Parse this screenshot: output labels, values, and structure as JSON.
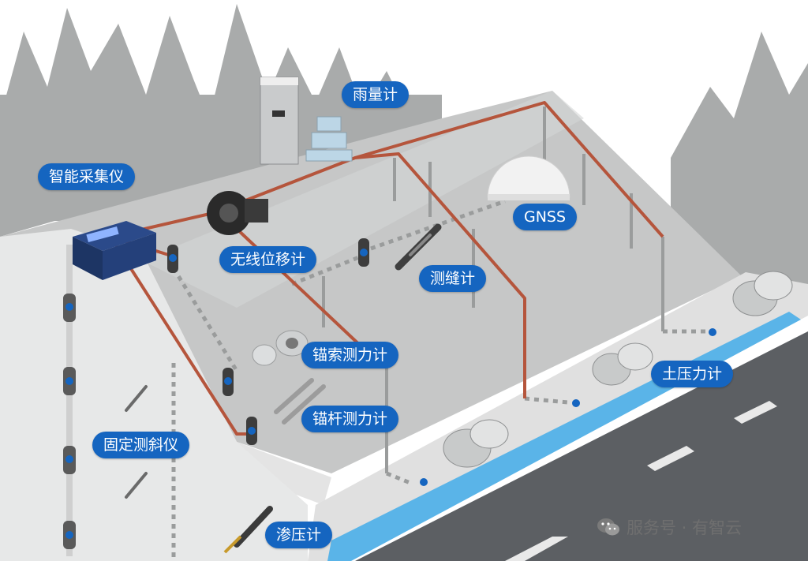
{
  "labels": {
    "rain_gauge": "雨量计",
    "data_logger": "智能采集仪",
    "gnss": "GNSS",
    "wire_displacement": "无线位移计",
    "crack_meter": "测缝计",
    "anchor_cable_dynamometer": "锚索测力计",
    "earth_pressure_cell": "土压力计",
    "anchor_rod_dynamometer": "锚杆测力计",
    "fixed_inclinometer": "固定测斜仪",
    "piezometer": "渗压计"
  },
  "watermark": {
    "text": "服务号 · 有智云",
    "icon": "wechat-icon"
  },
  "colors": {
    "label_bg": "#1565c0",
    "label_text": "#ffffff",
    "cable": "#b5553c",
    "drainage": "#5ab4e8",
    "road": "#5c5f63",
    "slope": "#cfd0d0",
    "trees": "#a9abab"
  }
}
